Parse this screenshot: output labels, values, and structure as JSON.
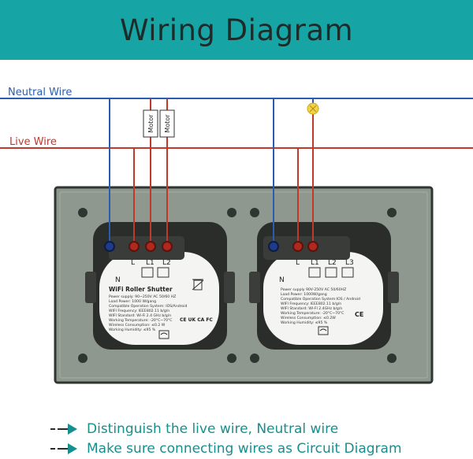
{
  "header": {
    "title": "Wiring Diagram"
  },
  "wires": {
    "neutral_label": "Neutral Wire",
    "live_label": "Live Wire"
  },
  "motors": {
    "label_1": "Motor",
    "label_2": "Motor"
  },
  "left_module": {
    "terminals": {
      "n": "N",
      "l": "L",
      "l1": "L1",
      "l2": "L2"
    },
    "name": "WiFi Roller Shutter",
    "specs": [
      "Power supply: 90~250V AC  50/60 HZ",
      "Load Power: 1000 W/gang",
      "Compatible Operation System: IOS/Android",
      "WIFI Frequency: IEEE802.11 b/g/n",
      "WIFI Standard: Wi-Fi 2.4 GHz b/g/n",
      "Working Temperature: -20°C~70°C",
      "Wireless Consumption: ≤0.2 W",
      "Working Humidity: ≤95 %"
    ],
    "cert": "CE UK CA FC"
  },
  "right_module": {
    "terminals": {
      "n": "N",
      "l": "L",
      "l1": "L1",
      "l2": "L2",
      "l3": "L3"
    },
    "specs": [
      "Power supply 90V-250V AC  50/60HZ",
      "Load Power: 1000W/gang",
      "Compatible Operation System:IOS / Android",
      "WIFI Frequency: IEEE802.11 b/g/n",
      "WIFI Standard: WI-FI 2.4GHz b/g/n",
      "Working Temperature: -20°C~70°C",
      "Wireless Consumption: ≤0.2W",
      "Working Humidity: ≤95 %"
    ],
    "cert": "CE"
  },
  "notes": [
    "Distinguish the live wire, Neutral wire",
    "Make sure connecting wires as Circuit Diagram"
  ],
  "colors": {
    "header": "#17a4a4",
    "neutral": "#2a5db0",
    "live": "#c0392b",
    "panel": "#8f988f",
    "note_text": "#168f8f"
  },
  "icons": [
    "arrow-right-icon",
    "light-bulb-icon",
    "wifi-icon",
    "trash-bin-icon",
    "ce-mark-icon"
  ]
}
